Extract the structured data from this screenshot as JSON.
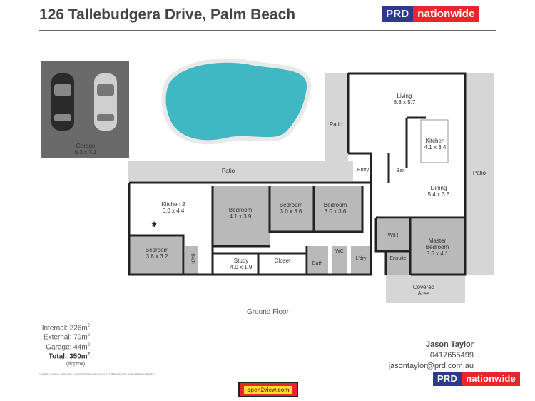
{
  "header": {
    "address": "126 Tallebudgera Drive, Palm Beach",
    "logo_left": "PRD",
    "logo_right": "nationwide"
  },
  "rooms": {
    "garage": {
      "name": "Garage",
      "size": "6.3 x 7.1"
    },
    "patio_top": "Patio",
    "patio_mid": "Patio",
    "patio_right": "Patio",
    "living": {
      "name": "Living",
      "size": "8.3 x 5.7"
    },
    "kitchen": {
      "name": "Kitchen",
      "size": "4.1 x 3.4"
    },
    "entry": "Entry",
    "bar": "Bar",
    "dining": {
      "name": "Dining",
      "size": "5.4 x 3.6"
    },
    "kitchen2": {
      "name": "Kitchen 2",
      "size": "6.0 x 4.4"
    },
    "bedroom_a": {
      "name": "Bedroom",
      "size": "4.1 x 3.9"
    },
    "bedroom_b": {
      "name": "Bedroom",
      "size": "3.0 x 3.6"
    },
    "bedroom_c": {
      "name": "Bedroom",
      "size": "3.0 x 3.6"
    },
    "bedroom_d": {
      "name": "Bedroom",
      "size": "3.8 x 3.2"
    },
    "wir": "WiR",
    "master": {
      "name": "Master Bedroom",
      "size": "3.6 x 4.1"
    },
    "bath_small": "Bath",
    "study": {
      "name": "Study",
      "size": "4.0 x 1.9"
    },
    "closet": "Closet",
    "bath": "Bath",
    "wc": "WC",
    "ldry": "L'dry",
    "ensuite": "Ensuite",
    "covered": "Covered Area"
  },
  "floor_label": "Ground Floor",
  "areas": [
    {
      "label": "Internal: 226m",
      "sup": "2"
    },
    {
      "label": "External: 79m",
      "sup": "2"
    },
    {
      "label": "Garage: 44m",
      "sup": "2"
    }
  ],
  "total": {
    "label": "Total: 350m",
    "sup": "2",
    "note": "(approx)"
  },
  "disclaimer": "PLANS SHOWN ARE ONLY INDICATIVE OF LAYOUT. DIMENSIONS ARE APPROXIMATE",
  "agent": {
    "name": "Jason Taylor",
    "phone": "0417655499",
    "email": "jasontaylor@prd.com.au"
  },
  "footer_logo": {
    "left": "PRD",
    "right": "nationwide"
  },
  "badge": "open2view.com",
  "colors": {
    "wall": "#222222",
    "patio": "#d6d6d6",
    "room": "#b9b9b9",
    "garage": "#6a6a6a",
    "pool": "#3fb8c4",
    "prd_blue": "#2b3a8c",
    "prd_red": "#e8262c"
  }
}
